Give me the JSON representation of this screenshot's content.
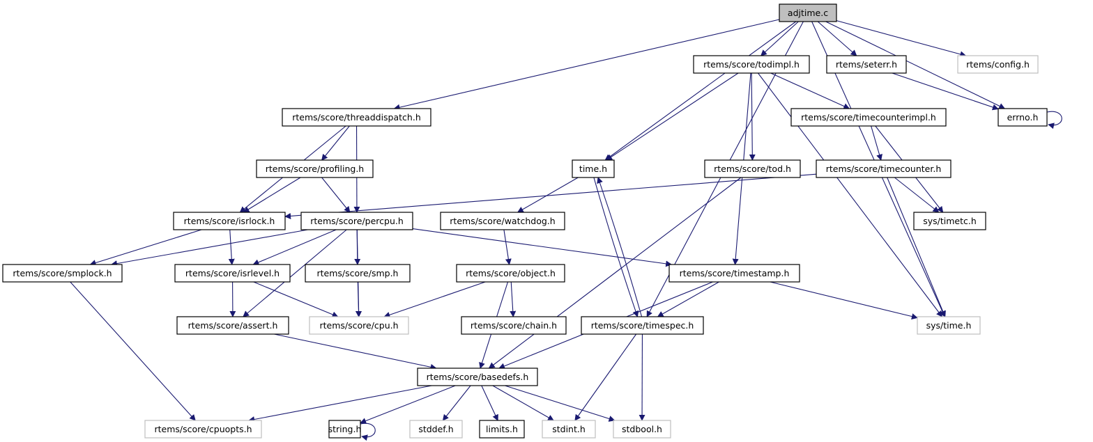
{
  "diagram": {
    "title": "adjtime.c include dependency graph",
    "edge_color": "#191970",
    "root_fill": "#bfbfbf",
    "nodes": [
      {
        "id": "adjtime",
        "label": "adjtime.c",
        "kind": "root"
      },
      {
        "id": "todimpl",
        "label": "rtems/score/todimpl.h",
        "kind": "normal"
      },
      {
        "id": "seterr",
        "label": "rtems/seterr.h",
        "kind": "normal"
      },
      {
        "id": "config",
        "label": "rtems/config.h",
        "kind": "external"
      },
      {
        "id": "threaddispatch",
        "label": "rtems/score/threaddispatch.h",
        "kind": "normal"
      },
      {
        "id": "timecounterimpl",
        "label": "rtems/score/timecounterimpl.h",
        "kind": "normal"
      },
      {
        "id": "errno",
        "label": "errno.h",
        "kind": "normal"
      },
      {
        "id": "profiling",
        "label": "rtems/score/profiling.h",
        "kind": "normal"
      },
      {
        "id": "time",
        "label": "time.h",
        "kind": "normal"
      },
      {
        "id": "tod",
        "label": "rtems/score/tod.h",
        "kind": "normal"
      },
      {
        "id": "timecounter",
        "label": "rtems/score/timecounter.h",
        "kind": "normal"
      },
      {
        "id": "isrlock",
        "label": "rtems/score/isrlock.h",
        "kind": "normal"
      },
      {
        "id": "percpu",
        "label": "rtems/score/percpu.h",
        "kind": "normal"
      },
      {
        "id": "watchdog",
        "label": "rtems/score/watchdog.h",
        "kind": "normal"
      },
      {
        "id": "timetc",
        "label": "sys/timetc.h",
        "kind": "normal"
      },
      {
        "id": "smplock",
        "label": "rtems/score/smplock.h",
        "kind": "normal"
      },
      {
        "id": "isrlevel",
        "label": "rtems/score/isrlevel.h",
        "kind": "normal"
      },
      {
        "id": "smp",
        "label": "rtems/score/smp.h",
        "kind": "normal"
      },
      {
        "id": "object",
        "label": "rtems/score/object.h",
        "kind": "normal"
      },
      {
        "id": "timestamp",
        "label": "rtems/score/timestamp.h",
        "kind": "normal"
      },
      {
        "id": "assert",
        "label": "rtems/score/assert.h",
        "kind": "normal"
      },
      {
        "id": "cpu",
        "label": "rtems/score/cpu.h",
        "kind": "external"
      },
      {
        "id": "chain",
        "label": "rtems/score/chain.h",
        "kind": "normal"
      },
      {
        "id": "timespec",
        "label": "rtems/score/timespec.h",
        "kind": "normal"
      },
      {
        "id": "systime",
        "label": "sys/time.h",
        "kind": "external"
      },
      {
        "id": "basedefs",
        "label": "rtems/score/basedefs.h",
        "kind": "normal"
      },
      {
        "id": "cpuopts",
        "label": "rtems/score/cpuopts.h",
        "kind": "external"
      },
      {
        "id": "string",
        "label": "string.h",
        "kind": "normal"
      },
      {
        "id": "stddef",
        "label": "stddef.h",
        "kind": "external"
      },
      {
        "id": "limits",
        "label": "limits.h",
        "kind": "normal"
      },
      {
        "id": "stdint",
        "label": "stdint.h",
        "kind": "external"
      },
      {
        "id": "stdbool",
        "label": "stdbool.h",
        "kind": "external"
      }
    ],
    "edges": [
      [
        "adjtime",
        "todimpl"
      ],
      [
        "adjtime",
        "seterr"
      ],
      [
        "adjtime",
        "config"
      ],
      [
        "adjtime",
        "errno"
      ],
      [
        "adjtime",
        "threaddispatch"
      ],
      [
        "adjtime",
        "time"
      ],
      [
        "adjtime",
        "timespec"
      ],
      [
        "adjtime",
        "systime"
      ],
      [
        "todimpl",
        "time"
      ],
      [
        "todimpl",
        "tod"
      ],
      [
        "todimpl",
        "timecounterimpl"
      ],
      [
        "todimpl",
        "timestamp"
      ],
      [
        "todimpl",
        "systime"
      ],
      [
        "seterr",
        "errno"
      ],
      [
        "errno",
        "errno"
      ],
      [
        "threaddispatch",
        "isrlock"
      ],
      [
        "threaddispatch",
        "profiling"
      ],
      [
        "threaddispatch",
        "percpu"
      ],
      [
        "profiling",
        "isrlock"
      ],
      [
        "profiling",
        "percpu"
      ],
      [
        "timecounterimpl",
        "timecounter"
      ],
      [
        "timecounterimpl",
        "timetc"
      ],
      [
        "timecounter",
        "isrlock"
      ],
      [
        "timecounter",
        "timetc"
      ],
      [
        "timecounter",
        "systime"
      ],
      [
        "time",
        "watchdog"
      ],
      [
        "time",
        "timespec"
      ],
      [
        "timespec",
        "time"
      ],
      [
        "tod",
        "basedefs"
      ],
      [
        "isrlock",
        "smplock"
      ],
      [
        "isrlock",
        "isrlevel"
      ],
      [
        "percpu",
        "smplock"
      ],
      [
        "percpu",
        "isrlevel"
      ],
      [
        "percpu",
        "smp"
      ],
      [
        "percpu",
        "cpu"
      ],
      [
        "percpu",
        "assert"
      ],
      [
        "percpu",
        "timestamp"
      ],
      [
        "watchdog",
        "object"
      ],
      [
        "smplock",
        "cpuopts"
      ],
      [
        "isrlevel",
        "assert"
      ],
      [
        "isrlevel",
        "cpu"
      ],
      [
        "smp",
        "cpu"
      ],
      [
        "object",
        "cpu"
      ],
      [
        "object",
        "chain"
      ],
      [
        "object",
        "basedefs"
      ],
      [
        "timestamp",
        "timespec"
      ],
      [
        "timestamp",
        "basedefs"
      ],
      [
        "timestamp",
        "systime"
      ],
      [
        "assert",
        "basedefs"
      ],
      [
        "timespec",
        "stdint"
      ],
      [
        "timespec",
        "stdbool"
      ],
      [
        "basedefs",
        "cpuopts"
      ],
      [
        "basedefs",
        "string"
      ],
      [
        "basedefs",
        "stddef"
      ],
      [
        "basedefs",
        "limits"
      ],
      [
        "basedefs",
        "stdint"
      ],
      [
        "basedefs",
        "stdbool"
      ],
      [
        "string",
        "string"
      ]
    ]
  }
}
